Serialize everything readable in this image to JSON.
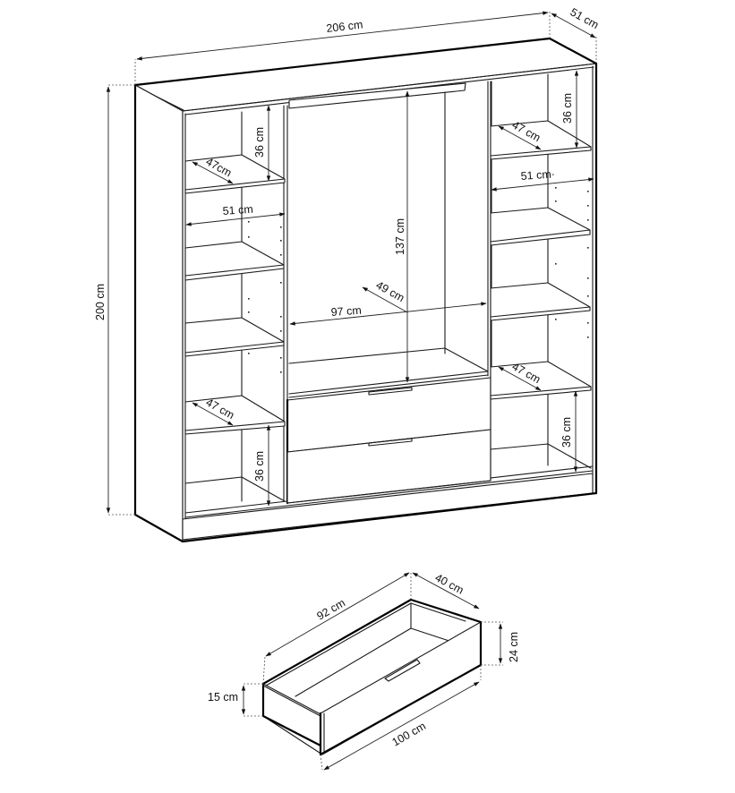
{
  "wardrobe": {
    "overall_width": "206 cm",
    "overall_depth": "51 cm",
    "overall_height": "200 cm",
    "left_column": {
      "top_compartment_height": "36 cm",
      "shelf_depth_top": "47cm",
      "inner_width": "51 cm",
      "shelf_depth_bottom": "47 cm",
      "bottom_compartment_height": "36 cm"
    },
    "center_column": {
      "hanging_height": "137 cm",
      "inner_width": "97 cm",
      "inner_depth": "49 cm",
      "drawer_count": 2
    },
    "right_column": {
      "top_compartment_height": "36 cm",
      "shelf_depth_top": "47 cm",
      "inner_width": "51 cm·",
      "shelf_depth_bottom": "47 cm",
      "bottom_compartment_height": "36 cm"
    }
  },
  "drawer": {
    "inner_length": "92 cm",
    "depth": "40 cm",
    "front_height": "24 cm",
    "side_height": "15 cm",
    "front_length": "100 cm"
  }
}
